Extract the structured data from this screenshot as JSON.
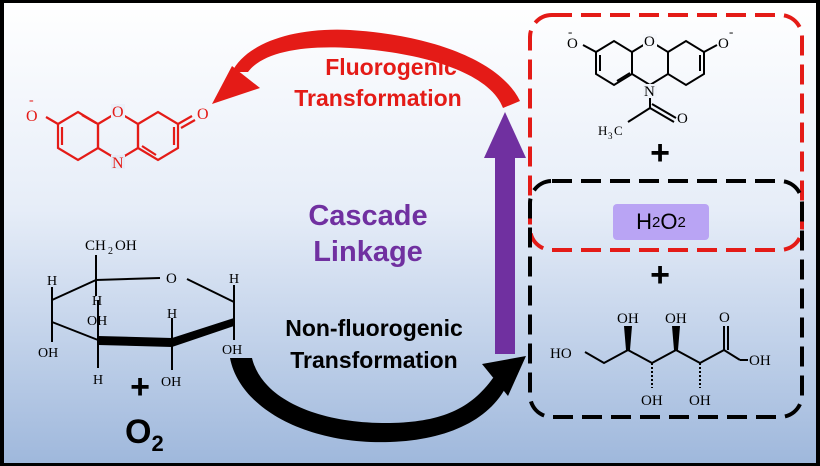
{
  "labels": {
    "fluorogenic_line1": "Fluorogenic",
    "fluorogenic_line2": "Transformation",
    "cascade_line1": "Cascade",
    "cascade_line2": "Linkage",
    "nonfluorogenic_line1": "Non-fluorogenic",
    "nonfluorogenic_line2": "Transformation",
    "plus": "+",
    "o2_letter": "O",
    "o2_subscript": "2",
    "h2o2_h": "H",
    "h2o2_sub1": "2",
    "h2o2_o": "O",
    "h2o2_sub2": "2"
  },
  "resorufin_atoms": {
    "o_minus": "O",
    "charge": "-",
    "ring_o": "O",
    "n": "N",
    "keto_o": "O"
  },
  "amplex_atoms": {
    "o_left": "O",
    "charge_left": "-",
    "ring_o": "O",
    "o_right": "O",
    "charge_right": "-",
    "n": "N",
    "carbonyl_o": "O",
    "methyl": "H",
    "methyl_sub": "3",
    "methyl_c": "C"
  },
  "glucose_atoms": {
    "ch2oh": "CH",
    "ch2oh_sub": "2",
    "ch2oh_oh": "OH",
    "ring_o": "O",
    "h_labels": [
      "H",
      "H",
      "H",
      "H",
      "H"
    ],
    "oh_labels": [
      "OH",
      "OH",
      "OH",
      "OH"
    ]
  },
  "gluconic_atoms": {
    "ho": "HO",
    "oh_labels": [
      "OH",
      "OH",
      "OH",
      "OH",
      "OH"
    ],
    "carbonyl_o": "O"
  },
  "colors": {
    "red": "#e41b17",
    "purple": "#7030a0",
    "black": "#000000",
    "h2o2_fill": "#b9a4f4"
  }
}
